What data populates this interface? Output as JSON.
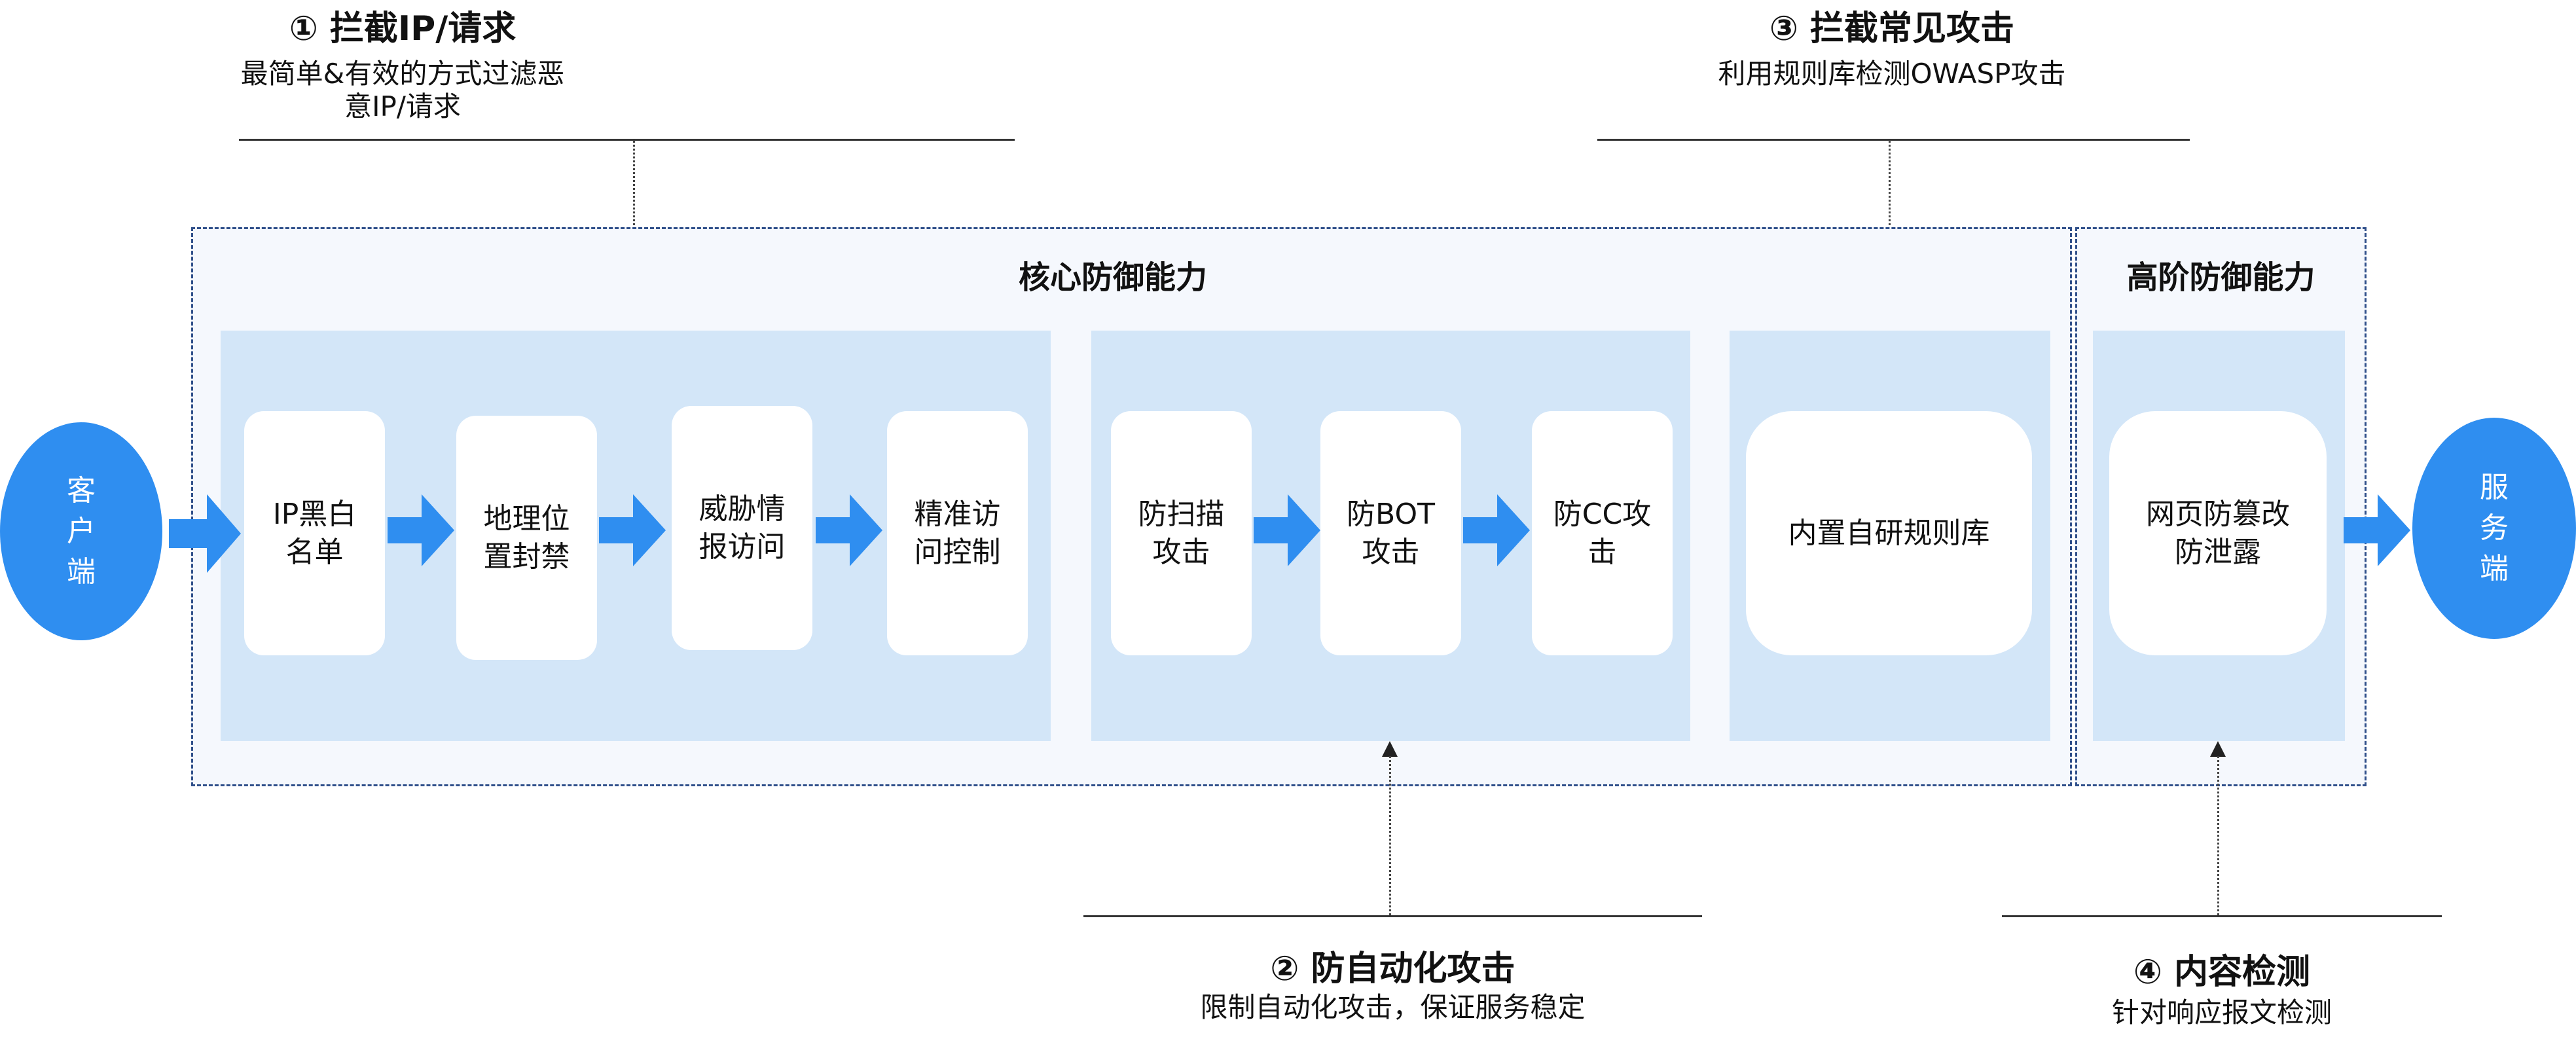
{
  "annotations": {
    "a1": {
      "title": "① 拦截IP/请求",
      "subtitle": "最简单&有效的方式过滤恶意IP/请求"
    },
    "a2": {
      "title": "② 防自动化攻击",
      "subtitle": "限制自动化攻击，保证服务稳定"
    },
    "a3": {
      "title": "③ 拦截常见攻击",
      "subtitle": "利用规则库检测OWASP攻击"
    },
    "a4": {
      "title": "④ 内容检测",
      "subtitle": "针对响应报文检测"
    }
  },
  "sections": {
    "core": {
      "title": "核心防御能力"
    },
    "advanced": {
      "title": "高阶防御能力"
    }
  },
  "endpoints": {
    "client": "客\n户\n端",
    "server": "服\n务\n端"
  },
  "cards": {
    "ip_list": "IP黑白\n名单",
    "geo_block": "地理位\n置封禁",
    "threat_intel": "威胁情\n报访问",
    "precise_access": "精准访\n问控制",
    "anti_scan": "防扫描\n攻击",
    "anti_bot": "防BOT\n攻击",
    "anti_cc": "防CC攻\n击",
    "rule_lib": "内置自研规则库",
    "anti_tamper": "网页防篡改\n防泄露"
  },
  "colors": {
    "accent": "#2f8ef0",
    "panel": "#d3e6f8",
    "outer_bg": "#f5f8fd",
    "outer_border": "#2f4f8a"
  }
}
